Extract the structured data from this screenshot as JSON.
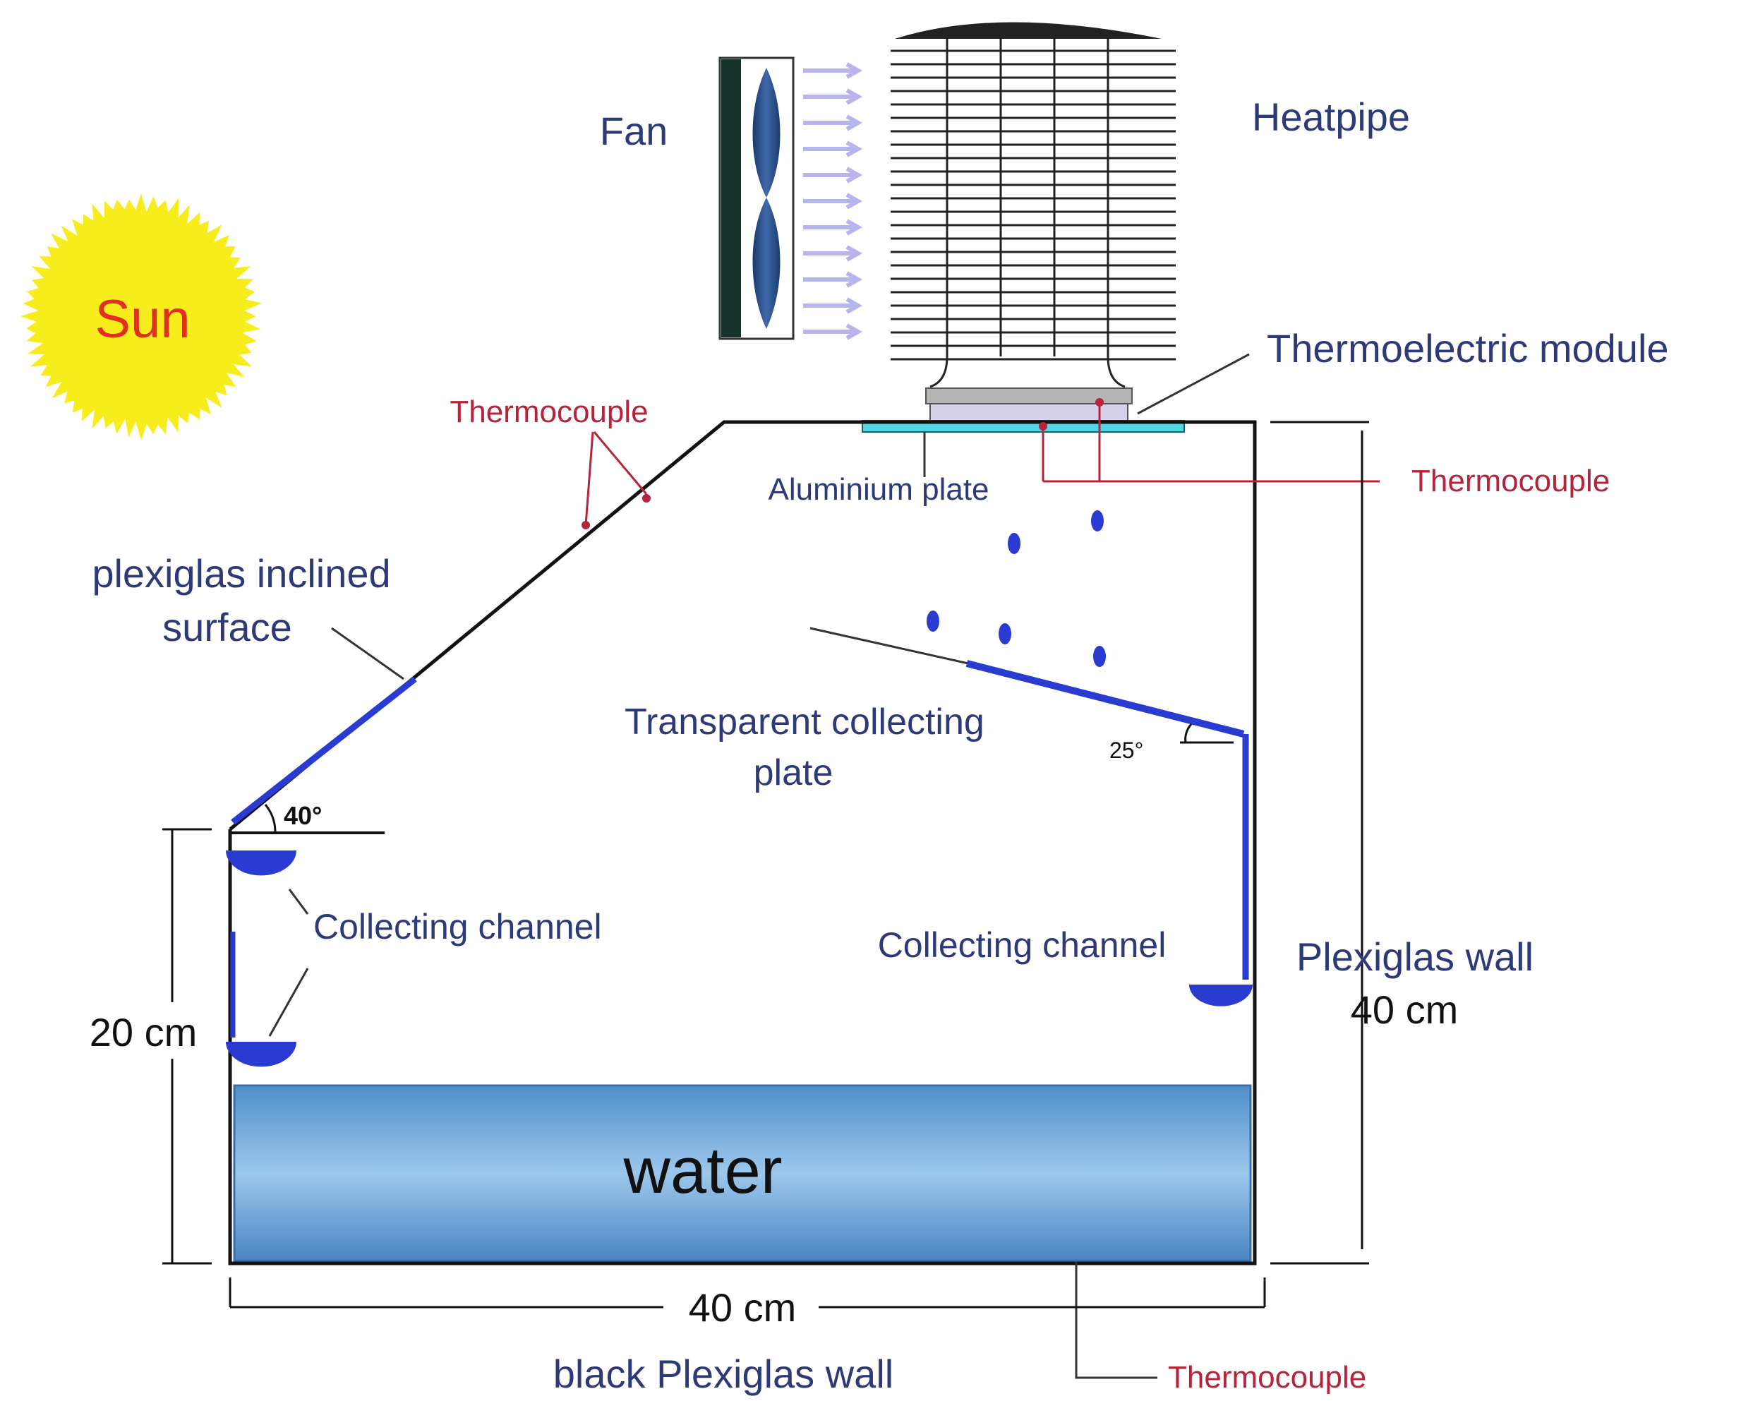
{
  "labels": {
    "sun": "Sun",
    "fan": "Fan",
    "heatpipe": "Heatpipe",
    "thermoelectric_module": "Thermoelectric module",
    "thermocouple_top_left": "Thermocouple",
    "thermocouple_right": "Thermocouple",
    "thermocouple_bottom": "Thermocouple",
    "aluminium_plate": "Aluminium plate",
    "inclined_surface_line1": "plexiglas inclined",
    "inclined_surface_line2": "surface",
    "collecting_plate_line1": "Transparent collecting",
    "collecting_plate_line2": "plate",
    "collecting_channel_left": "Collecting channel",
    "collecting_channel_right": "Collecting channel",
    "plexiglas_wall": "Plexiglas wall",
    "water": "water",
    "bottom_wall": "black Plexiglas wall"
  },
  "dimensions": {
    "left_height": "20 cm",
    "right_height": "40 cm",
    "width": "40 cm"
  },
  "angles": {
    "inclined_surface": "40°",
    "collecting_plate": "25°"
  },
  "colors": {
    "label_navy": "#2e3a78",
    "label_red": "#b5243a",
    "sun_yellow": "#f7ec1c",
    "sun_text": "#e0301e",
    "water_blue": "#5a9bd0",
    "plate_cyan": "#52d6e3",
    "condensate_blue": "#2a3bd1"
  }
}
